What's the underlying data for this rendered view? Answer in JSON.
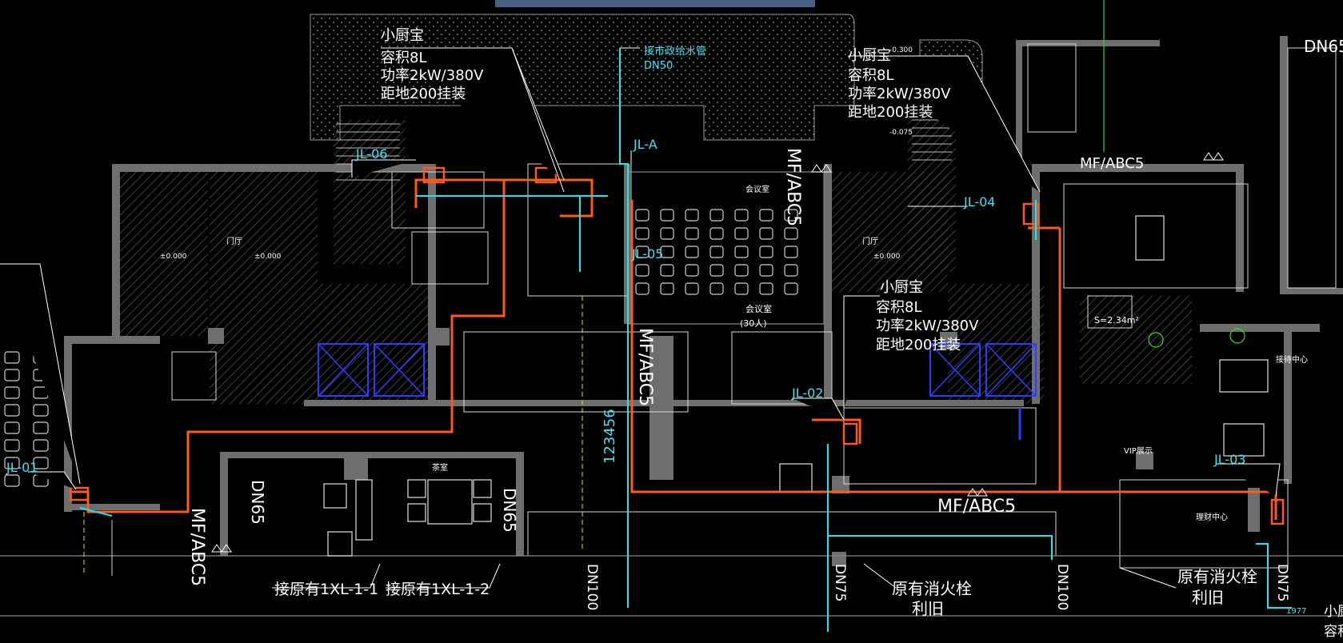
{
  "heater_note_top_left": {
    "l1": "小厨宝",
    "l2": "容积8L",
    "l3": "功率2kW/380V",
    "l4": "距地200挂装"
  },
  "heater_note_top_right": {
    "l1": "小厨宝",
    "l2": "容积8L",
    "l3": "功率2kW/380V",
    "l4": "距地200挂装"
  },
  "heater_note_mid": {
    "l1": "小厨宝",
    "l2": "容积8L",
    "l3": "功率2kW/380V",
    "l4": "距地200挂装"
  },
  "heater_note_bottom_right": {
    "l1": "小厨",
    "l2": "容积"
  },
  "supply_pipe_note": {
    "l1": "接市政给水管",
    "l2": "DN50"
  },
  "riser_tags": [
    "JL-06",
    "JL-A",
    "JL-05",
    "JL-04",
    "JL-02",
    "JL-01",
    "JL-03"
  ],
  "extinguisher": {
    "a": "MF/ABC5",
    "b": "MF/ABC5",
    "c": "MF/ABC5",
    "d": "MF/ABC5",
    "e": "MF/ABC5"
  },
  "pipe_dn": {
    "dn65_top": "DN65",
    "dn65_a": "DN65",
    "dn65_b": "DN65",
    "dn100_a": "DN100",
    "dn100_b": "DN100",
    "dn75_a": "DN75",
    "dn75_b": "DN75"
  },
  "connection_notes": {
    "a": "接原有1XL-1-1",
    "b": "接原有1XL-1-2"
  },
  "hydrant_notes": {
    "a_l1": "原有消火栓",
    "a_l2": "利旧",
    "b_l1": "原有消火栓",
    "b_l2": "利旧"
  },
  "meeting_room": {
    "name": "会议室",
    "cap": "(30人)"
  },
  "vertical_code": "123456",
  "area_label": "S=2.34m²",
  "room_labels": {
    "r1": "门厅",
    "r2": "门厅",
    "r3": "会议室",
    "r4": "茶室",
    "r5": "VIP展示",
    "r6": "接待中心",
    "r7": "理财中心"
  },
  "level_marks": {
    "l1": "±0.000",
    "l2": "±0.000",
    "l3": "±0.000",
    "l4": "-0.300",
    "l5": "-0.075"
  },
  "scale_note": "1977"
}
